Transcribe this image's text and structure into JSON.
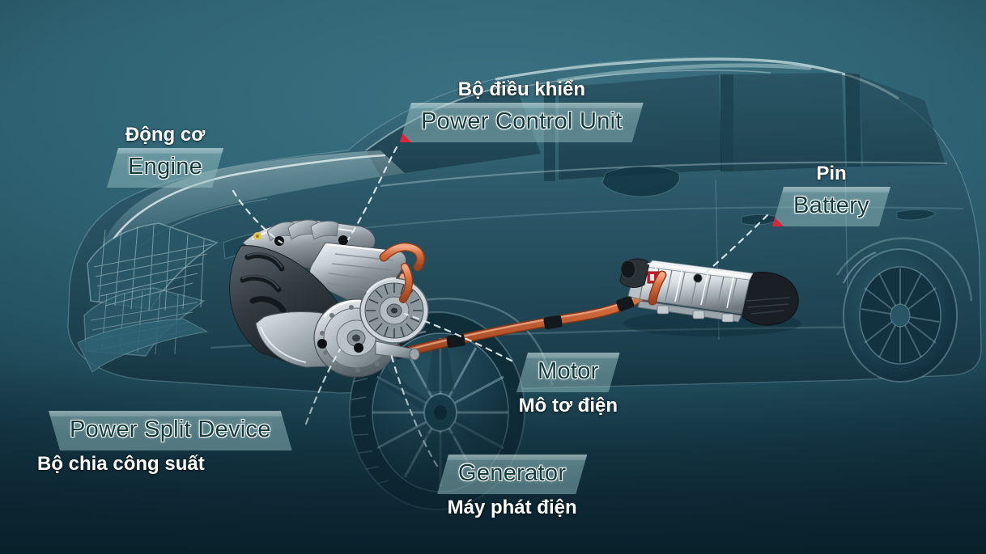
{
  "scene": {
    "title_context": "Toyota hybrid powertrain cutaway diagram",
    "background_color": "#2f6373",
    "accent_marker_color": "#e1233a",
    "banner_text_color": "#133b3c",
    "vietnamese_text_color": "#ffffff",
    "leader_line_color": "#dce9ea"
  },
  "labels": [
    {
      "id": "engine",
      "en": "Engine",
      "vi": "Động cơ",
      "vi_position": "above",
      "marker": "bottom-right"
    },
    {
      "id": "power-control-unit",
      "en": "Power Control Unit",
      "vi": "Bộ điều khiển",
      "vi_position": "above",
      "marker": "bottom-left"
    },
    {
      "id": "battery",
      "en": "Battery",
      "vi": "Pin",
      "vi_position": "above",
      "marker": "bottom-left"
    },
    {
      "id": "motor",
      "en": "Motor",
      "vi": "Mô tơ điện",
      "vi_position": "below",
      "marker": "top-left"
    },
    {
      "id": "generator",
      "en": "Generator",
      "vi": "Máy phát điện",
      "vi_position": "below",
      "marker": "top-left"
    },
    {
      "id": "power-split-device",
      "en": "Power Split Device",
      "vi": "Bộ chia công suất",
      "vi_position": "below",
      "marker": "top-right"
    }
  ],
  "components": [
    {
      "id": "engine-block",
      "name": "gasoline engine assembly"
    },
    {
      "id": "transaxle",
      "name": "hybrid transaxle / power split device"
    },
    {
      "id": "motor-stator",
      "name": "electric motor stator ring"
    },
    {
      "id": "battery-pack",
      "name": "hybrid battery pack"
    },
    {
      "id": "hv-cable",
      "name": "orange high-voltage cable"
    },
    {
      "id": "vehicle-body",
      "name": "SUV ghosted body silhouette"
    }
  ]
}
